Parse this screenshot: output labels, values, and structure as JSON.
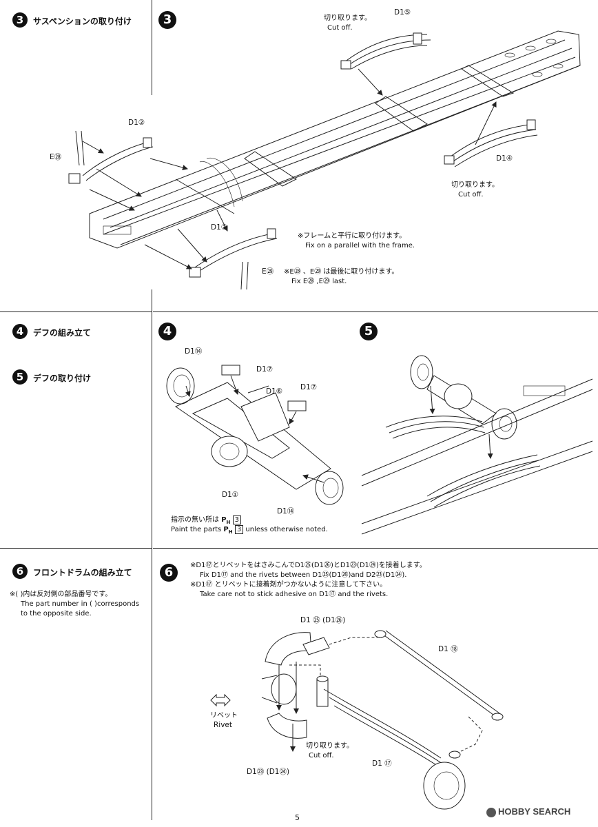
{
  "steps": {
    "s3": {
      "num": "3",
      "title_jp": "サスペンションの取り付け"
    },
    "s3diag": {
      "num": "3"
    },
    "s4": {
      "num": "4",
      "title_jp": "デフの組み立て"
    },
    "s5": {
      "num": "5",
      "title_jp": "デフの取り付け"
    },
    "s6": {
      "num": "6",
      "title_jp": "フロントドラムの組み立て"
    },
    "s4diag": {
      "num": "4"
    },
    "s5diag": {
      "num": "5"
    },
    "s6diag": {
      "num": "6"
    }
  },
  "side_note6": {
    "jp": "※(  )内は反対側の部品番号です。",
    "en1": "The part number in (    )corresponds",
    "en2": "to the opposite side."
  },
  "diag3": {
    "cutoff1_jp": "切り取ります。",
    "cutoff1_en": "Cut off.",
    "d1_5": "D1⑤",
    "d1_2": "D1②",
    "e28": "E㉘",
    "d1_4": "D1④",
    "cutoff2_jp": "切り取ります。",
    "cutoff2_en": "Cut off.",
    "d1_3": "D1③",
    "parallel_jp": "※フレームと平行に取り付けます。",
    "parallel_en": "Fix on a parallel with the frame.",
    "e29": "E㉙",
    "last_jp": "※E㉘ 、E㉙ は最後に取り付けます。",
    "last_en": "Fix E㉘ ,E㉙ last."
  },
  "diag4": {
    "d1_14a": "D1⑭",
    "d1_7a": "D1⑦",
    "d1_6": "D1⑥",
    "d1_7b": "D1⑦",
    "d1_1": "D1①",
    "d1_14b": "D1⑭",
    "paint_jp": "指示の無い所は",
    "paint_en": "Paint the parts",
    "paint_en2": "unless otherwise noted.",
    "paint_code": "3"
  },
  "diag6": {
    "note1_jp": "※D1⑰とリベットをはさみこんでD1㉕(D1㉖)とD1㉓(D1㉔)を接着します。",
    "note1_en": "Fix D1⑰  and the rivets between D1㉕(D1㉖)and D2㉓(D1㉔).",
    "note2_jp": "※D1⑰ とリベットに接着剤がつかないように注意して下さい。",
    "note2_en": "Take care not to stick adhesive on D1⑰  and the rivets.",
    "d1_25": "D1 ㉕ (D1㉖)",
    "d1_18": "D1 ⑱",
    "rivet_jp": "リベット",
    "rivet_en": "Rivet",
    "cutoff_jp": "切り取ります。",
    "cutoff_en": "Cut off.",
    "d1_17": "D1 ⑰",
    "d1_23": "D1㉓ (D1㉔)"
  },
  "footer": {
    "page": "5",
    "watermark": "HOBBY SEARCH"
  }
}
